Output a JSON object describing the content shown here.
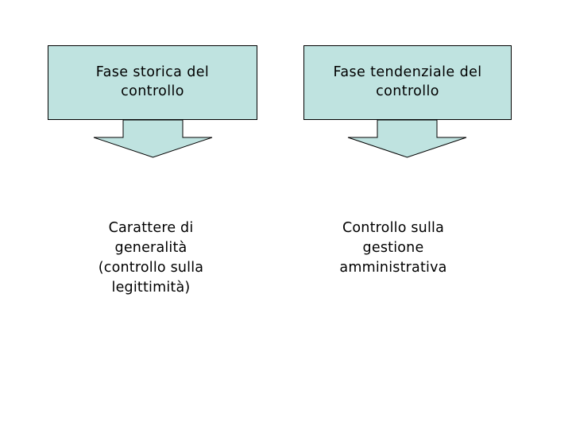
{
  "slide": {
    "background_color": "#ffffff",
    "columns": [
      {
        "box": {
          "label": "Fase storica del\ncontrollo",
          "fill_color": "#bfe3e0",
          "border_color": "#000000"
        },
        "arrow": {
          "name": "down-arrow-icon",
          "fill_color": "#bfe3e0",
          "border_color": "#000000"
        },
        "caption": "Carattere di\ngeneralità\n(controllo sulla\nlegittimità)"
      },
      {
        "box": {
          "label": "Fase tendenziale  del\ncontrollo",
          "fill_color": "#bfe3e0",
          "border_color": "#000000"
        },
        "arrow": {
          "name": "down-arrow-icon",
          "fill_color": "#bfe3e0",
          "border_color": "#000000"
        },
        "caption": "Controllo sulla\ngestione\namministrativa"
      }
    ]
  }
}
